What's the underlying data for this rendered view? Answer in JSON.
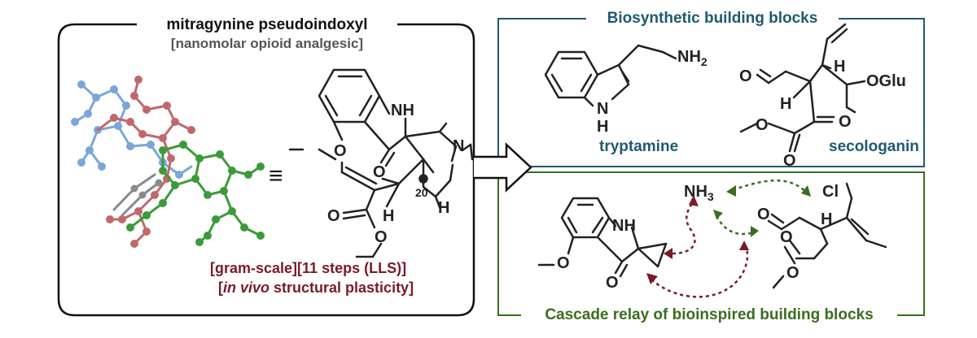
{
  "colors": {
    "left_frame": "#111111",
    "teal": "#1f5a6e",
    "green": "#3a6e1e",
    "maroon": "#7a1a2b",
    "gray": "#555555",
    "model_red": "#c0696b",
    "model_blue": "#7aa7d8",
    "model_green": "#3c9a3a"
  },
  "left_panel": {
    "title": "mitragynine pseudoindoxyl",
    "subtitle": "[nanomolar opioid analgesic]",
    "footer_line1": "[gram-scale][11 steps (LLS)]",
    "footer_line2_prefix": "[",
    "footer_line2_italic": "in vivo",
    "footer_line2_rest": " structural plasticity]",
    "equivalence": "≡"
  },
  "main_structure_labels": {
    "nh": "NH",
    "o_ketone": "O",
    "o_methoxy": "O",
    "n": "N",
    "h1": "H",
    "h2": "H",
    "c20": "20",
    "o_ester1": "O",
    "o_ester2": "O"
  },
  "top_right_panel": {
    "title": "Biosynthetic building blocks",
    "tryptamine_label": "tryptamine",
    "secologanin_label": "secologanin",
    "nh2": "NH",
    "nh2_sub": "2",
    "trp_n": "N",
    "trp_h": "H",
    "seco_o_ald": "O",
    "seco_h1": "H",
    "seco_h2": "H",
    "seco_oglu": "OGlu",
    "seco_o_ring": "O",
    "seco_o_est1": "O",
    "seco_o_est2": "O"
  },
  "bottom_right_panel": {
    "title": "Cascade relay of bioinspired building blocks",
    "nh3": "NH",
    "nh3_sub": "3",
    "cl": "Cl",
    "spiro_nh": "NH",
    "spiro_o_ket": "O",
    "spiro_o_me": "O",
    "ald_o": "O",
    "h_center": "H",
    "est_o1": "O",
    "est_o2": "O"
  }
}
